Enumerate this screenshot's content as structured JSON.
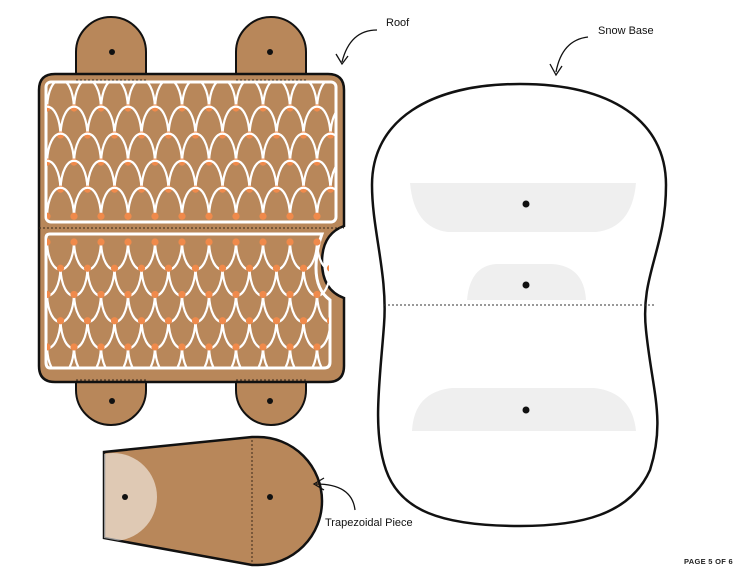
{
  "labels": {
    "roof": "Roof",
    "snow_base": "Snow Base",
    "trapezoidal_piece": "Trapezoidal Piece"
  },
  "page_number": "PAGE 5 OF 6",
  "colors": {
    "gingerbread": "#b8875a",
    "outline": "#111111",
    "icing": "#ffffff",
    "candy": "#f08a4b",
    "snow": "#ffffff",
    "slot": "#efefef"
  },
  "icons": {
    "roof_arrow": "curved-arrow-icon",
    "snow_arrow": "curved-arrow-icon",
    "trap_arrow": "curved-arrow-icon"
  }
}
